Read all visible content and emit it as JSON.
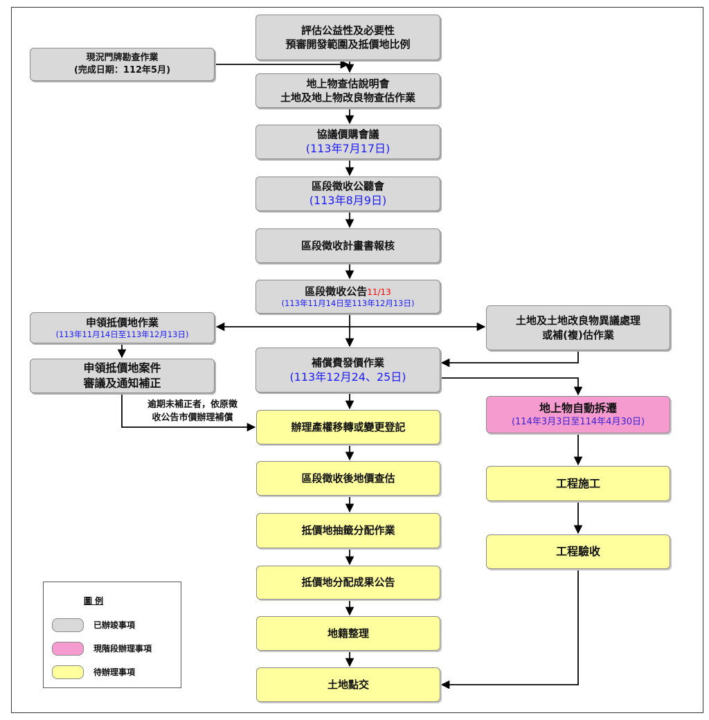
{
  "nodes": {
    "evaluate": {
      "line1": "評估公益性及必要性",
      "line2": "預審開發範圍及抵價地比例"
    },
    "doorplate": {
      "line1": "現況門牌勘查作業",
      "line2": "(完成日期：112年5月)"
    },
    "survey": {
      "line1": "地上物查估說明會",
      "line2": "土地及地上物改良物查估作業"
    },
    "negotiation": {
      "line1": "協議價購會議",
      "date": "(113年7月17日)"
    },
    "hearing": {
      "line1": "區段徵收公聽會",
      "date": "(113年8月9日)"
    },
    "plan_review": {
      "line1": "區段徵收計畫書報核"
    },
    "announcement": {
      "line1": "區段徵收公告",
      "flag": "11/13",
      "date": "(113年11月14日至113年12月13日)"
    },
    "apply_land": {
      "line1": "申領抵價地作業",
      "date": "(113年11月14日至113年12月13日)"
    },
    "objection": {
      "line1": "土地及土地改良物異議處理",
      "line2": "或補(複)估作業"
    },
    "apply_review": {
      "line1": "申領抵價地案件",
      "line2": "審議及通知補正"
    },
    "compensation": {
      "line1": "補償費發價作業",
      "date": "(113年12月24、25日)"
    },
    "demolition": {
      "line1": "地上物自動拆遷",
      "date": "(114年3月3日至114年4月30日)"
    },
    "note": {
      "line1": "逾期未補正者，依原徵",
      "line2": "收公告市價辦理補償"
    },
    "transfer": {
      "line1": "辦理產權移轉或變更登記"
    },
    "post_appraisal": {
      "line1": "區段徵收後地價查估"
    },
    "lottery": {
      "line1": "抵價地抽籤分配作業"
    },
    "result": {
      "line1": "抵價地分配成果公告"
    },
    "cadastral": {
      "line1": "地籍整理"
    },
    "handover": {
      "line1": "土地點交"
    },
    "construction": {
      "line1": "工程施工"
    },
    "acceptance": {
      "line1": "工程驗收"
    }
  },
  "legend": {
    "title": "圖 例",
    "items": [
      {
        "label": "已辦竣事項",
        "color": "#d9d9d9"
      },
      {
        "label": "現階段辦理事項",
        "color": "#f59bd0"
      },
      {
        "label": "待辦理事項",
        "color": "#ffff9e"
      }
    ]
  }
}
